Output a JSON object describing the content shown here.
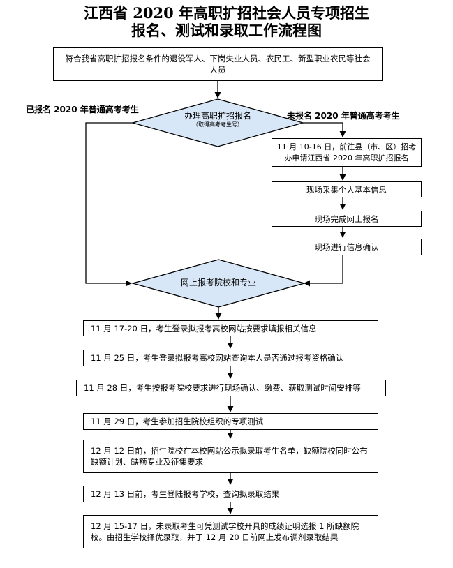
{
  "title": {
    "line1": "江西省 2020 年高职扩招社会人员专项招生",
    "line2": "报名、测试和录取工作流程图"
  },
  "branches": {
    "left": "已报名 2020 年普通高考考生",
    "right": "未报名 2020 年普通高考考生"
  },
  "nodes": {
    "start": "符合我省高职扩招报名条件的退役军人、下岗失业人员、农民工、新型职业农民等社会人员",
    "decision1": {
      "text": "办理高职扩招报名",
      "sub": "（取得高考考生号）"
    },
    "r1": "11 月 10-16 日，前往县（市、区）招考办申请江西省 2020 年高职扩招报名",
    "r2": "现场采集个人基本信息",
    "r3": "现场完成网上报名",
    "r4": "现场进行信息确认",
    "decision2": "网上报考院校和专业"
  },
  "steps": [
    "11 月 17-20 日，考生登录拟报考高校网站按要求填报相关信息",
    "11 月 25 日，考生登录拟报考高校网站查询本人是否通过报考资格确认",
    "11 月 28 日，考生按报考院校要求进行现场确认、缴费、获取测试时间安排等",
    "11 月 29 日，考生参加招生院校组织的专项测试",
    "12 月 12 日前，招生院校在本校网站公示拟录取考生名单，缺额院校同时公布缺额计划、缺额专业及征集要求",
    "12 月 13 日前，考生登陆报考学校，查询拟录取结果",
    "12 月 15-17 日，未录取考生可凭测试学校开具的成绩证明选报 1 所缺额院校。由招生学校择优录取，并于 12 月 20 日前网上发布调剂录取结果"
  ],
  "colors": {
    "diamond_fill": "#d8e7f7",
    "stroke": "#000000"
  }
}
